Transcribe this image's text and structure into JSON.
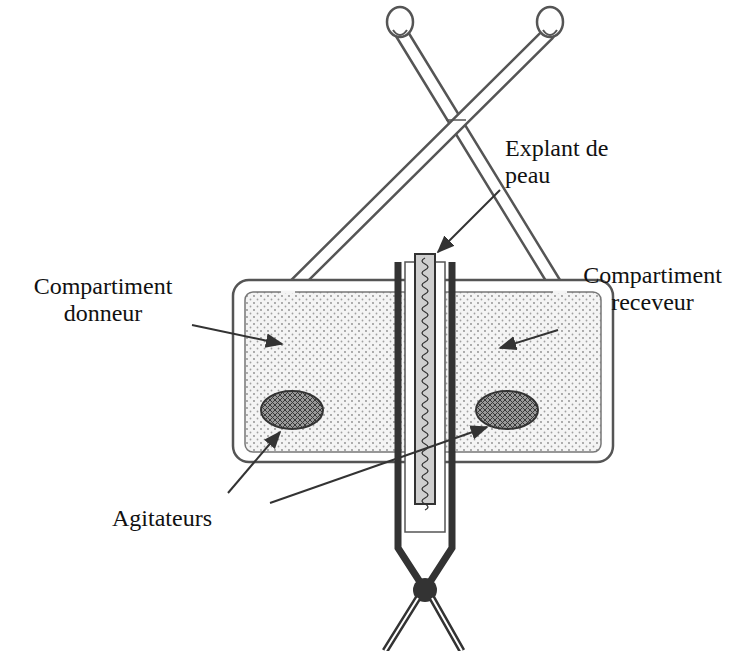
{
  "diagram": {
    "labels": [
      "Explant de peau",
      "Compartiment donneur",
      "Compartiment receveur",
      "Agitateurs"
    ]
  }
}
